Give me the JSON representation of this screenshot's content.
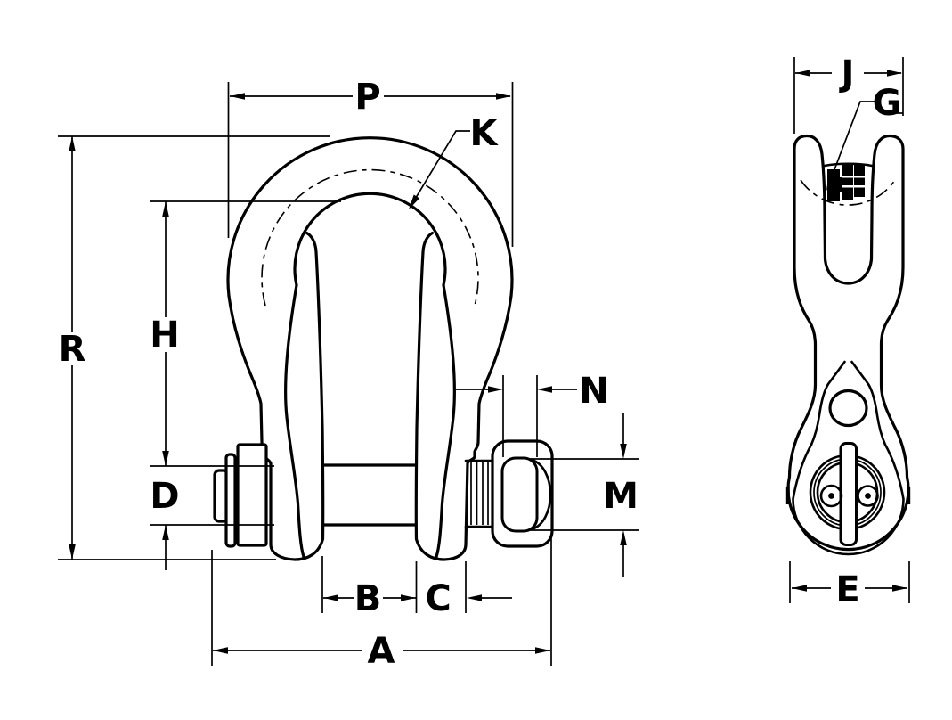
{
  "drawing": {
    "colors": {
      "line": "#000000",
      "background": "#ffffff"
    },
    "front_view": {
      "labels": {
        "p": "P",
        "k": "K",
        "r": "R",
        "h": "H",
        "d": "D",
        "n": "N",
        "m": "M",
        "b": "B",
        "c": "C",
        "a": "A"
      }
    },
    "side_view": {
      "labels": {
        "j": "J",
        "g": "G",
        "e": "E"
      }
    }
  }
}
